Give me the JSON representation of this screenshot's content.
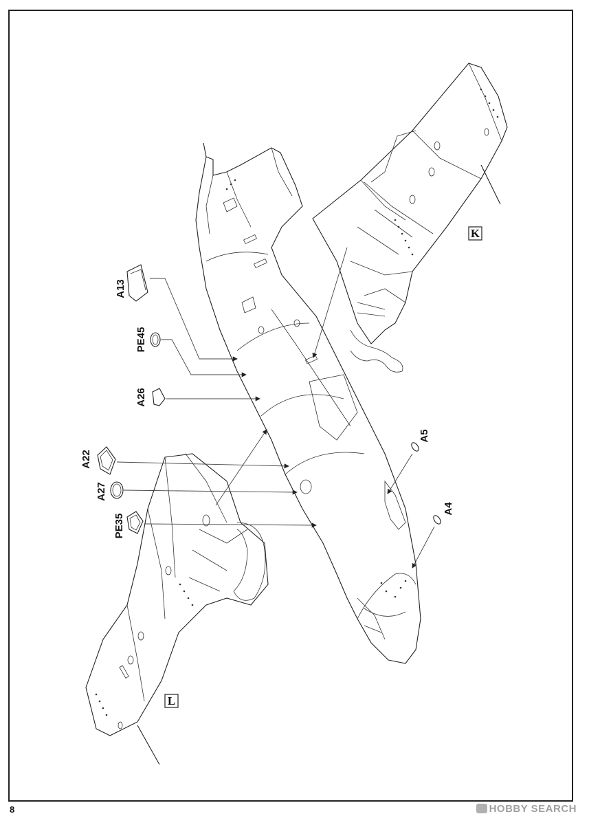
{
  "page_number": "8",
  "watermark": {
    "text": "HOBBY SEARCH",
    "icon": "hobby-search-logo-icon",
    "color": "#a0a0a0"
  },
  "callouts": [
    {
      "id": "A13",
      "label": "A13"
    },
    {
      "id": "PE45",
      "label": "PE45"
    },
    {
      "id": "A26",
      "label": "A26"
    },
    {
      "id": "A22",
      "label": "A22"
    },
    {
      "id": "A27",
      "label": "A27"
    },
    {
      "id": "PE35",
      "label": "PE35"
    },
    {
      "id": "A5",
      "label": "A5"
    },
    {
      "id": "A4",
      "label": "A4"
    }
  ],
  "section_markers": {
    "K": "K",
    "L": "L"
  }
}
